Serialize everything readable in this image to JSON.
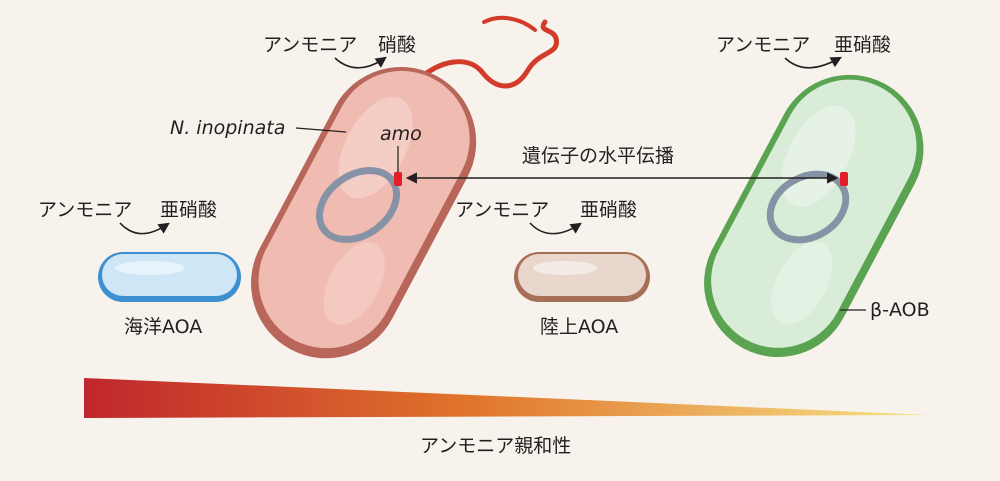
{
  "organisms": {
    "nitrospira": {
      "label": "N. inopinata",
      "gene": "amo",
      "substrate": "アンモニア",
      "product": "硝酸"
    },
    "marine_aoa": {
      "label": "海洋AOA",
      "substrate": "アンモニア",
      "product": "亜硝酸"
    },
    "terrestrial_aoa": {
      "label": "陸上AOA",
      "substrate": "アンモニア",
      "product": "亜硝酸"
    },
    "beta_aob": {
      "label": "β-AOB",
      "substrate": "アンモニア",
      "product": "亜硝酸"
    }
  },
  "transfer_label": "遺伝子の水平伝播",
  "gradient": {
    "label": "アンモニア親和性",
    "color_start": "#c0262d",
    "color_mid": "#e0742b",
    "color_end": "#f7e38a"
  },
  "colors": {
    "nitrospira_fill": "#f2c1b6",
    "nitrospira_wall": "#b8655a",
    "flagellum": "#d23a2a",
    "aob_fill": "#d9ecd8",
    "aob_wall": "#5aa351",
    "marine_fill": "#cfe6f7",
    "marine_wall": "#3d8fd0",
    "terrestrial_fill": "#e9d7cd",
    "terrestrial_wall": "#a76f55",
    "plasmid": "#8693a6",
    "gene_marker": "#e21f26"
  }
}
